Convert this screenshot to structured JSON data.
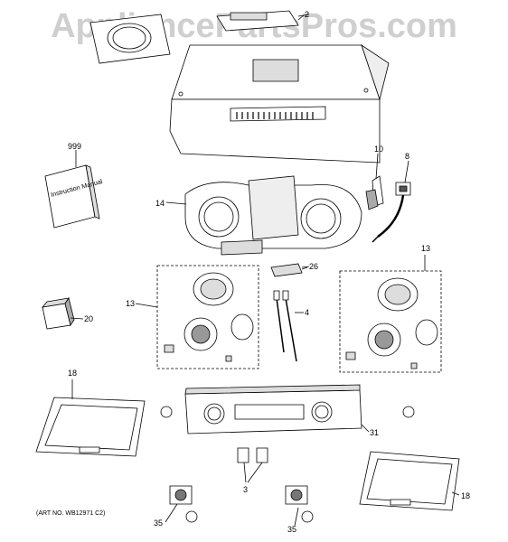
{
  "watermark": "AppliancePartsPros.com",
  "art_number": "(ART NO. WB12971 C2)",
  "callouts": {
    "part_2": "2",
    "part_999": "999",
    "part_10": "10",
    "part_8": "8",
    "part_14": "14",
    "part_26": "26",
    "part_13_left": "13",
    "part_13_right": "13",
    "part_4": "4",
    "part_20": "20",
    "part_18_left": "18",
    "part_31": "31",
    "part_3": "3",
    "part_18_right": "18",
    "part_35_left": "35",
    "part_35_right": "35"
  },
  "manual_text": "Instruction Manual",
  "colors": {
    "line": "#000000",
    "fill": "#ffffff",
    "shade": "#d9d9d9",
    "dark": "#555555",
    "watermark": "#cfcfcf"
  }
}
